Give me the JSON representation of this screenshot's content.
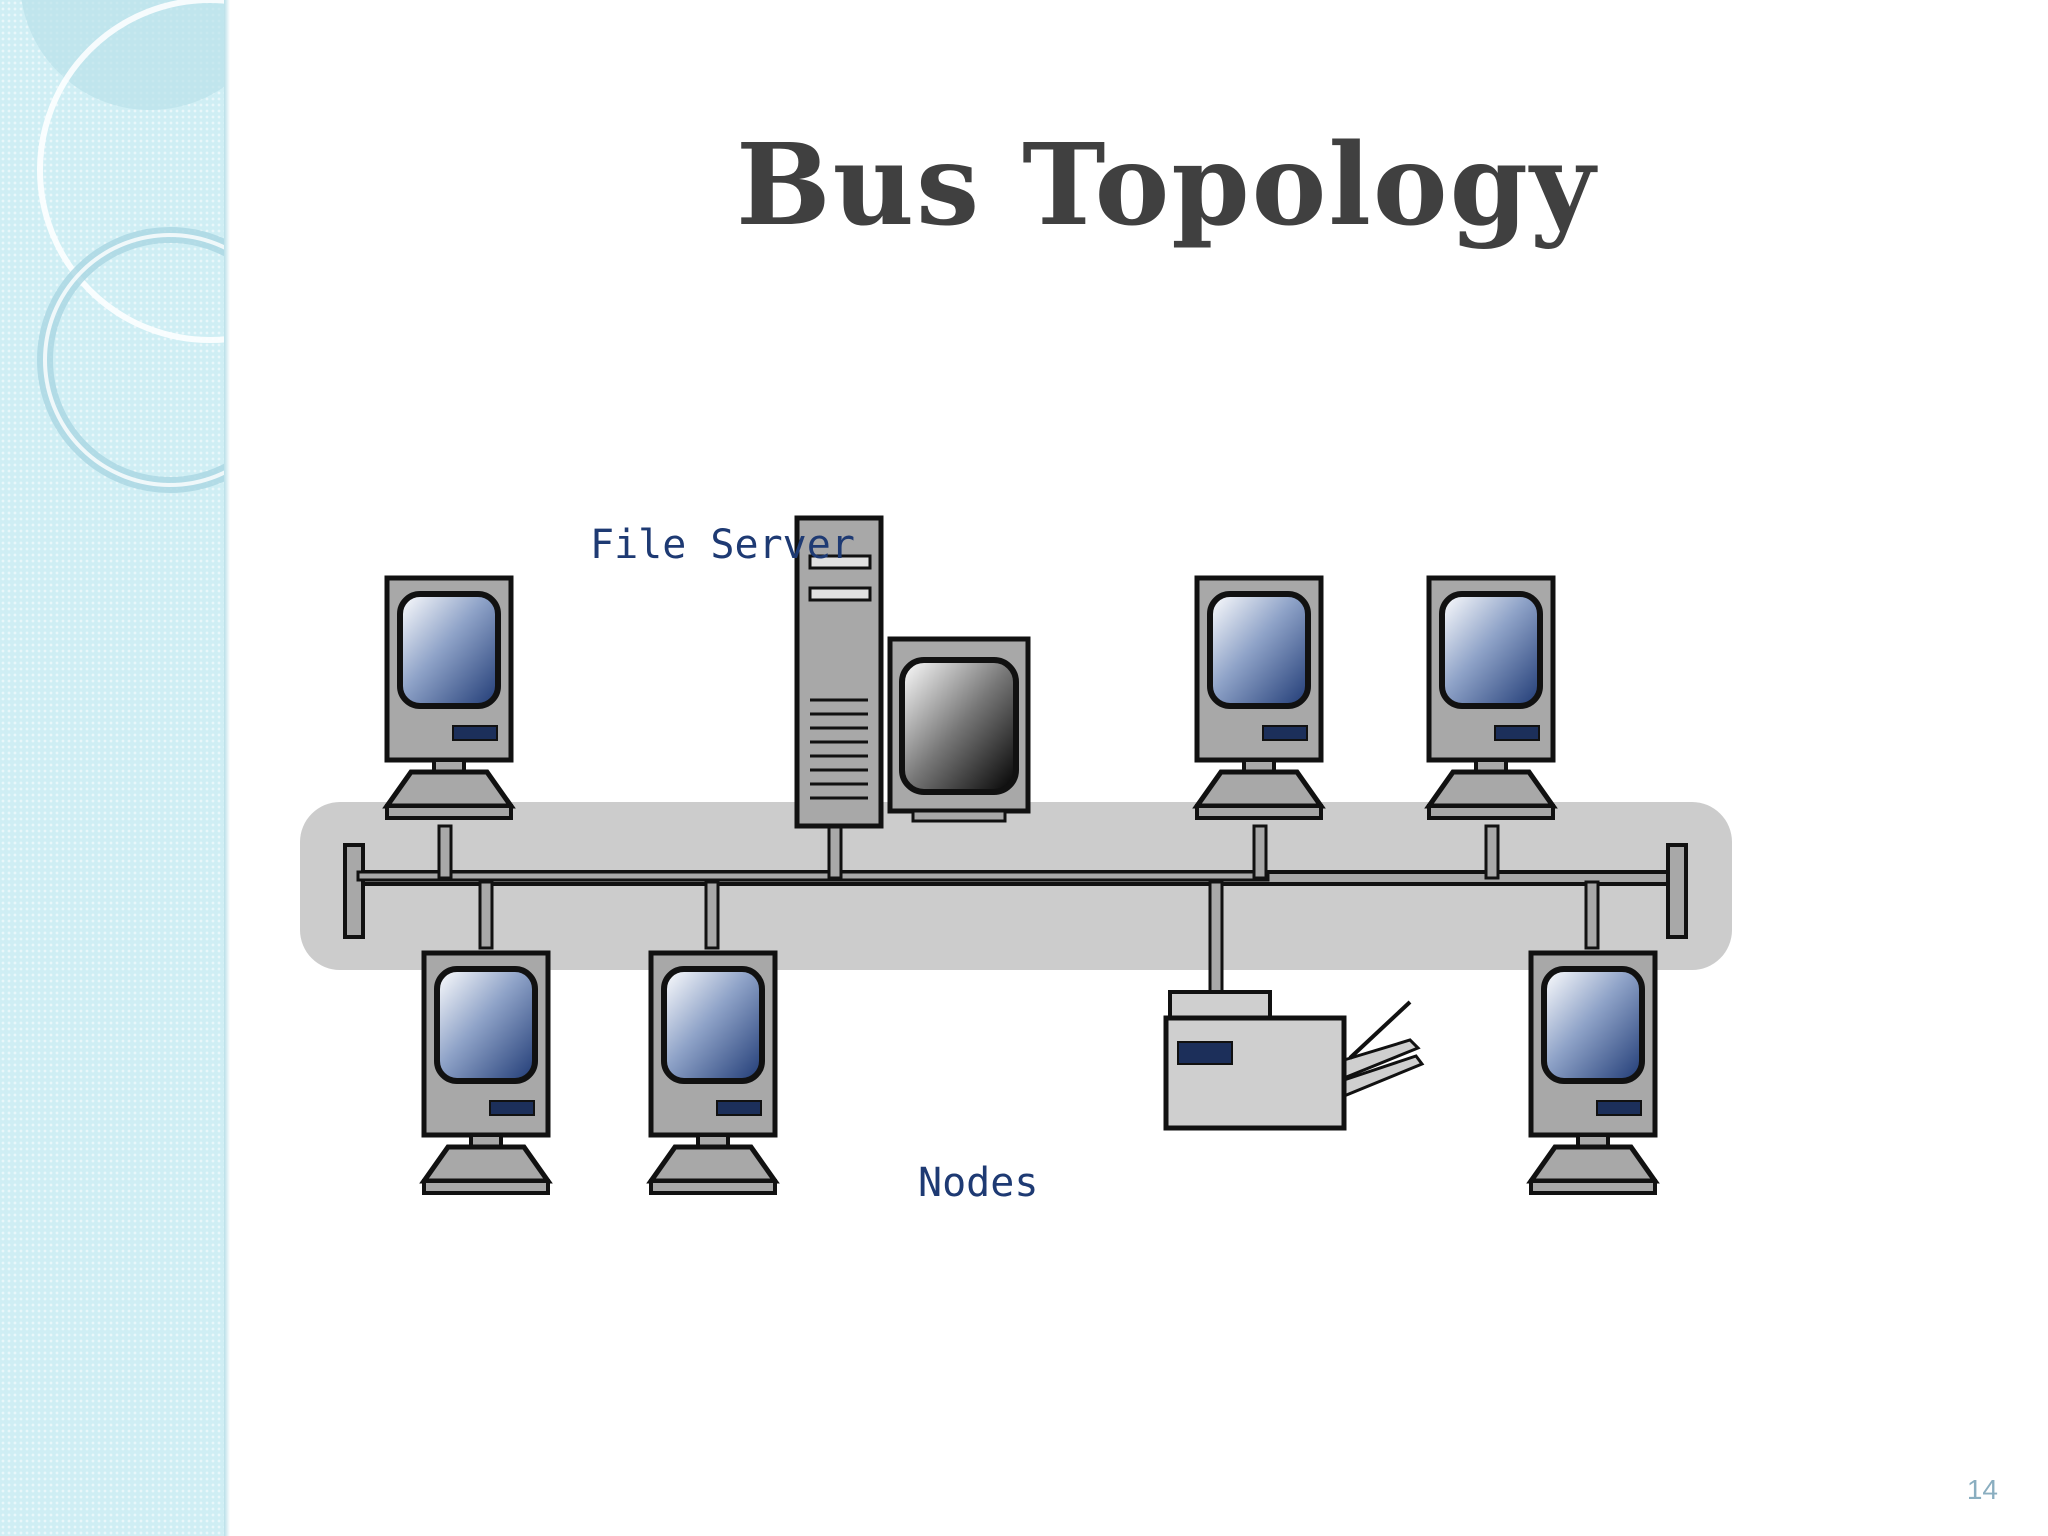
{
  "slide": {
    "title": "Bus Topology",
    "page_number": "14"
  },
  "diagram": {
    "labels": {
      "file_server": "File Server",
      "nodes": "Nodes"
    },
    "colors": {
      "bus_band": "#cccccc",
      "device_body": "#a8a8a8",
      "outline": "#111111",
      "label_text": "#1e3a73",
      "screen_blue": "#243f7a",
      "sidebar": "#cfeef4",
      "title": "#404040"
    }
  }
}
